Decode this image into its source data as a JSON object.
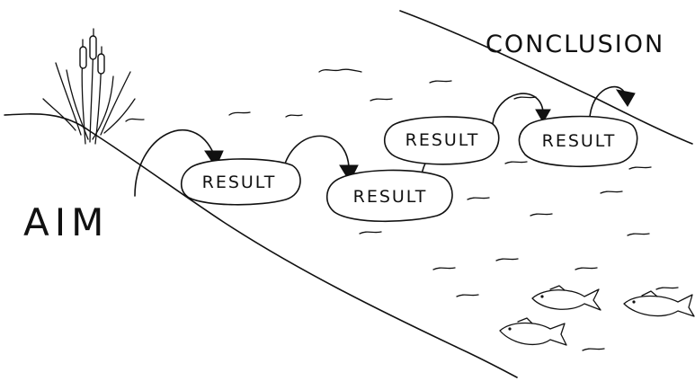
{
  "labels": {
    "start": "AIM",
    "end": "CONCLUSION"
  },
  "stepping_stones": [
    {
      "label": "RESULT"
    },
    {
      "label": "RESULT"
    },
    {
      "label": "RESULT"
    },
    {
      "label": "RESULT"
    }
  ]
}
